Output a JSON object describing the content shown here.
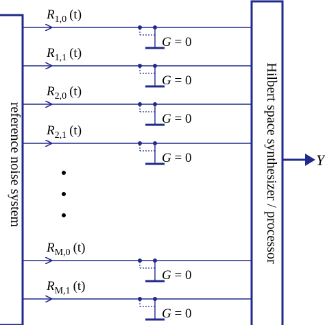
{
  "left_block": {
    "label": "reference noise system"
  },
  "right_block": {
    "label": "Hilbert space synthesizer / processor"
  },
  "output": {
    "label": "Y"
  },
  "channels": [
    {
      "R": "R",
      "sub": "1,0",
      "t": "(t)",
      "ground": "G = 0"
    },
    {
      "R": "R",
      "sub": "1,1",
      "t": "(t)",
      "ground": "G = 0"
    },
    {
      "R": "R",
      "sub": "2,0",
      "t": "(t)",
      "ground": "G = 0"
    },
    {
      "R": "R",
      "sub": "2,1",
      "t": "(t)",
      "ground": "G = 0"
    },
    {
      "R": "R",
      "sub": "M,0",
      "t": "(t)",
      "ground": "G = 0"
    },
    {
      "R": "R",
      "sub": "M,1",
      "t": "(t)",
      "ground": "G = 0"
    }
  ],
  "colors": {
    "line": "#1f2a8c",
    "output_label": "#c0121b",
    "text": "#000000"
  }
}
